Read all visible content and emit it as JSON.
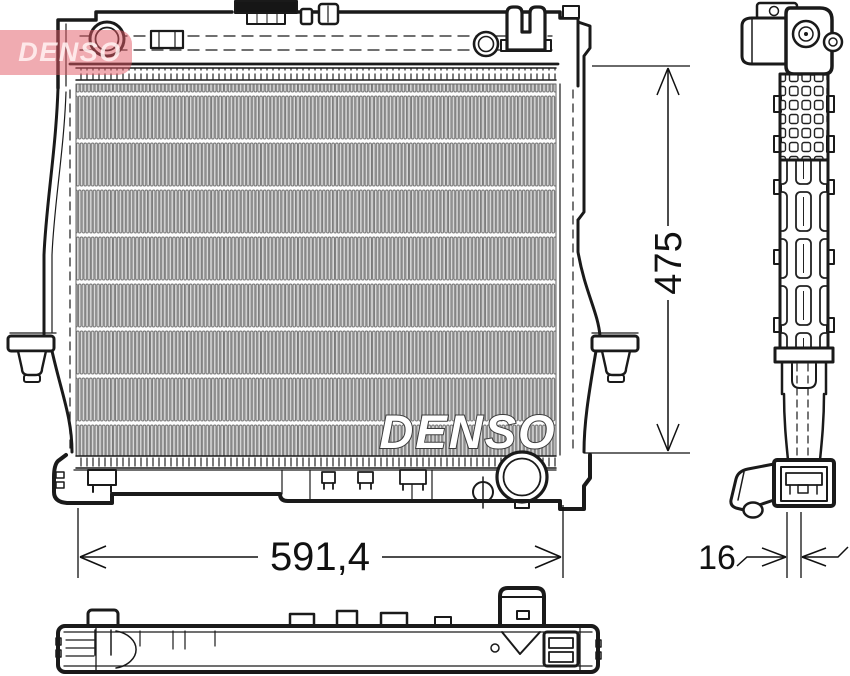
{
  "branding": {
    "logo": "DENSO",
    "watermark": "DENSO"
  },
  "dims": {
    "width": "591,4",
    "height": "475",
    "thickness": "16"
  },
  "colors": {
    "line": "#1a1a1a",
    "fin_fill": "#d9d9d9",
    "fin_stroke": "#6e6e6e",
    "logo_red_rgba": "rgba(226,88,100,0.5)"
  }
}
